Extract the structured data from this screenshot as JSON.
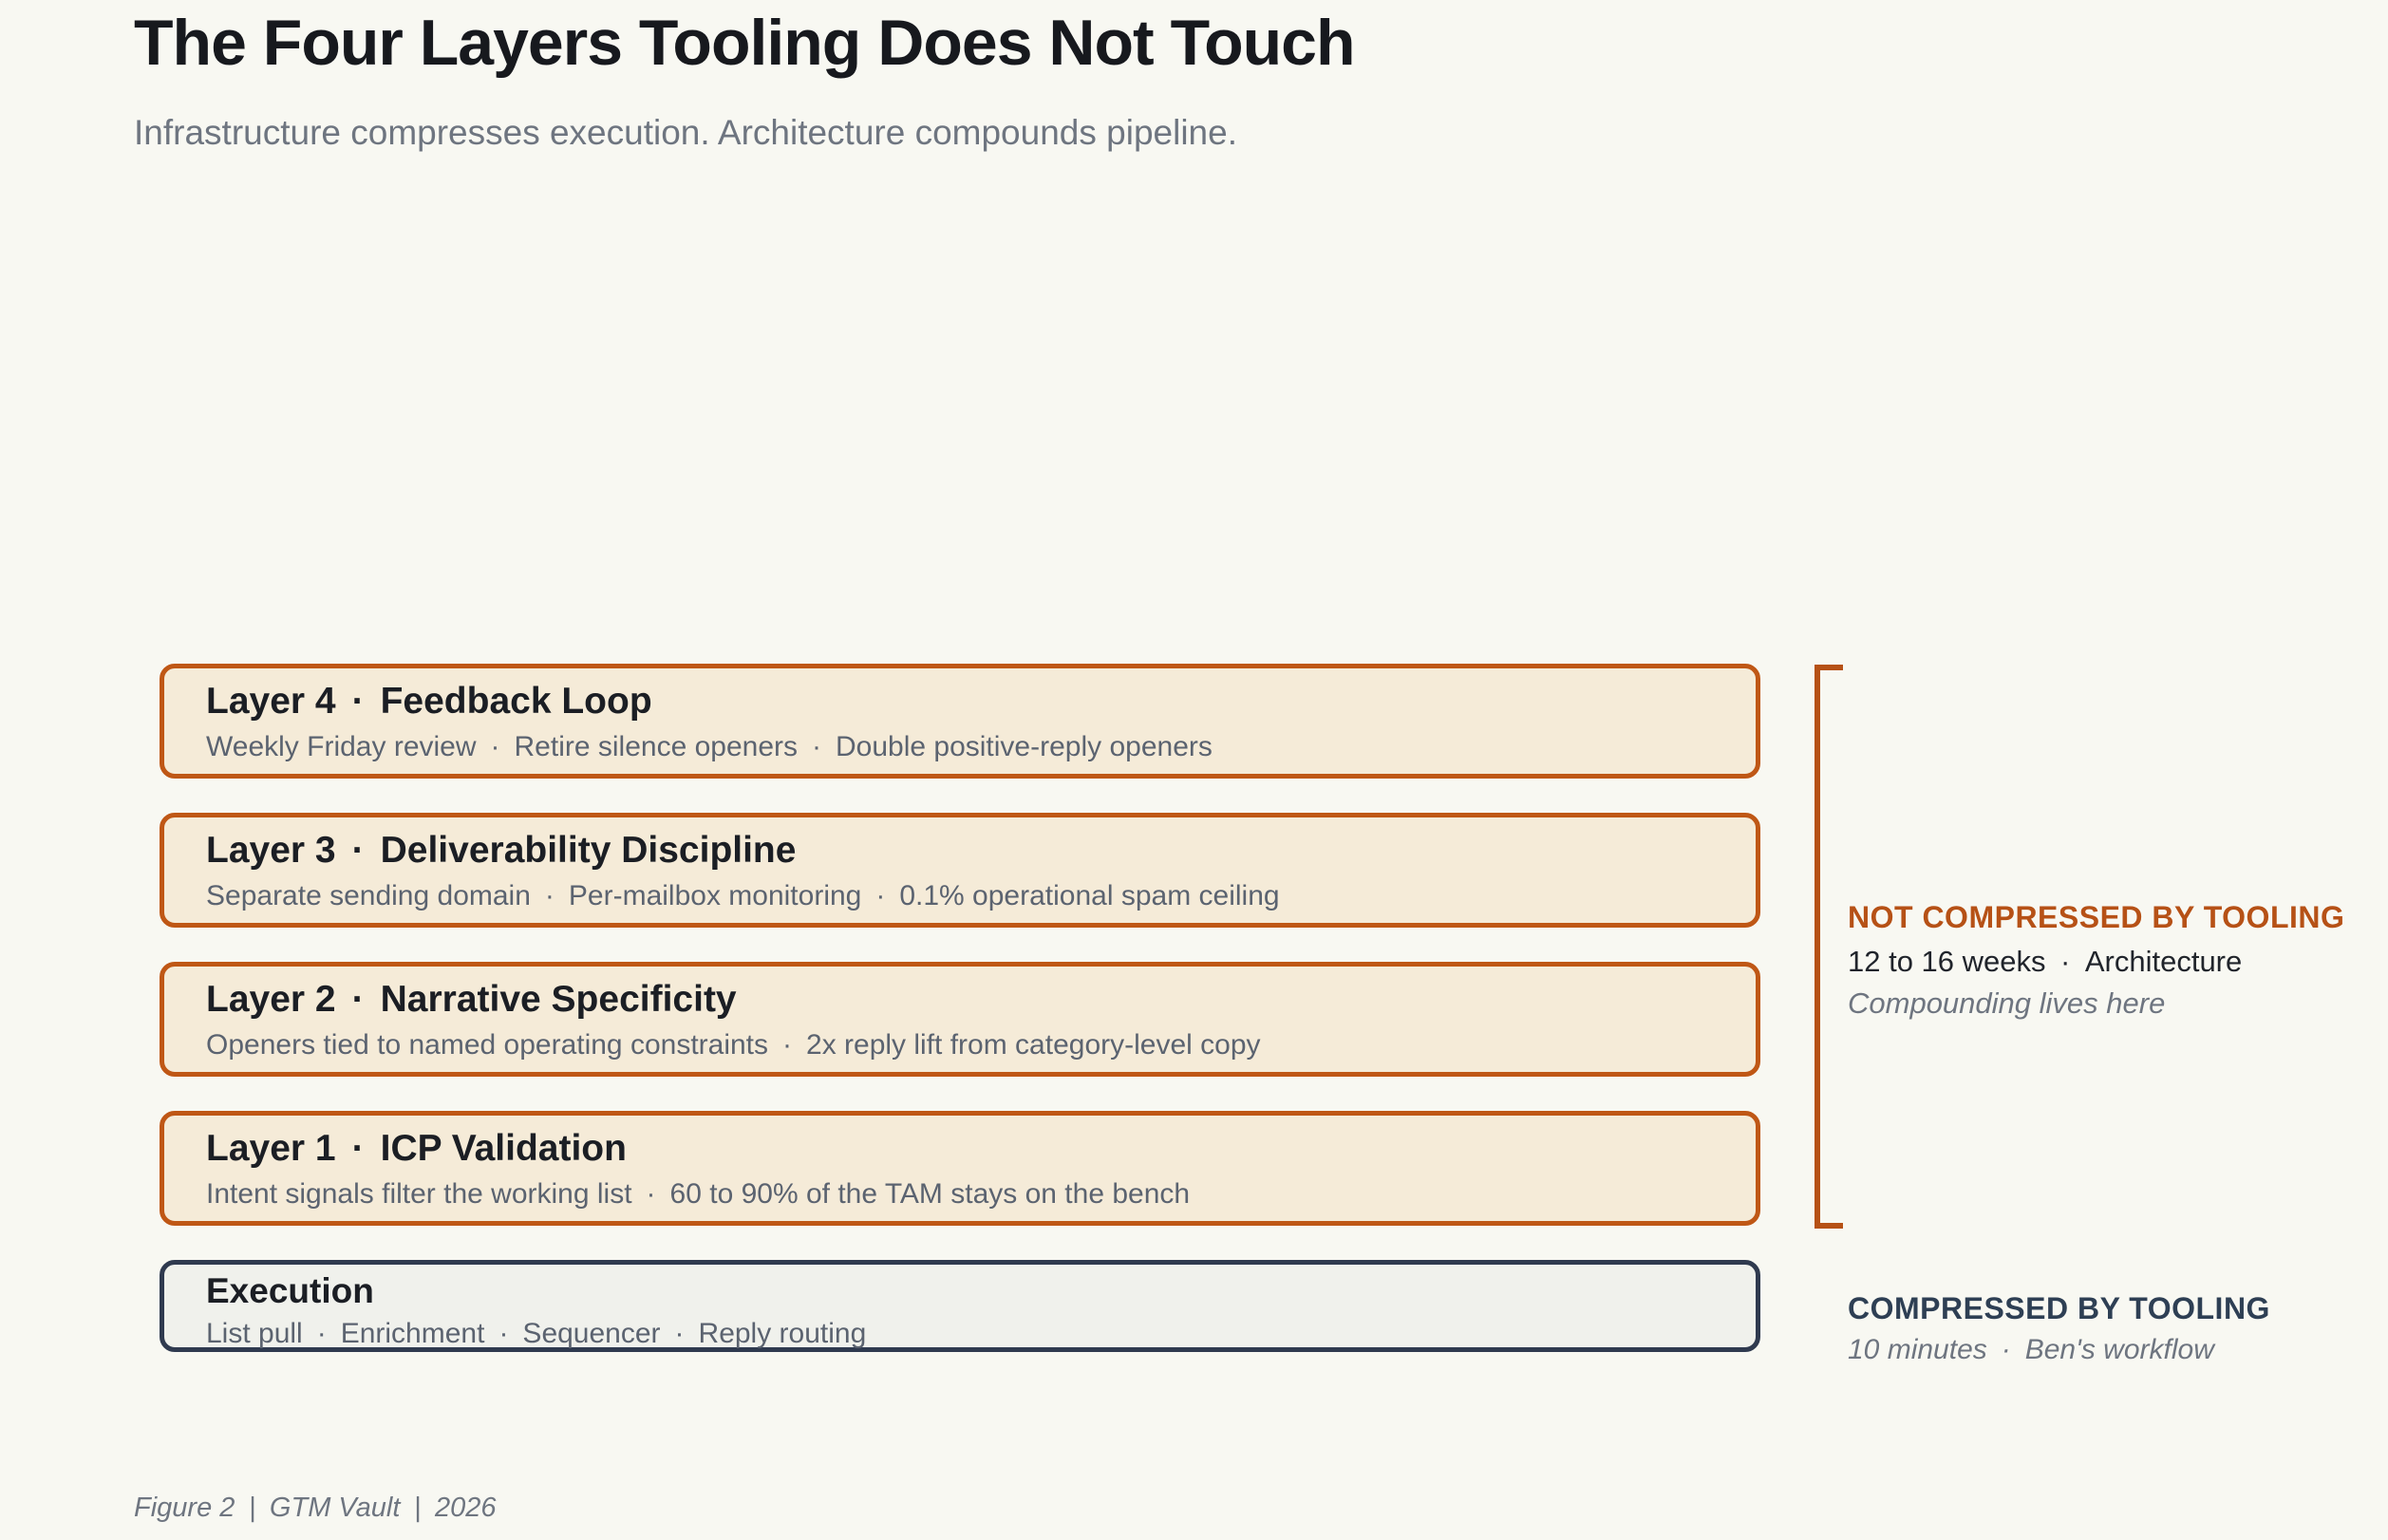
{
  "page": {
    "title": "The Four Layers Tooling Does Not Touch",
    "subtitle": "Infrastructure compresses execution. Architecture compounds pipeline.",
    "footer": "Figure 2 | GTM Vault | 2026"
  },
  "layers": [
    {
      "prefix": "Layer 4",
      "separator": "·",
      "title": "Feedback Loop",
      "subtitle": "Weekly Friday review · Retire silence openers · Double positive-reply openers"
    },
    {
      "prefix": "Layer 3",
      "separator": "·",
      "title": "Deliverability Discipline",
      "subtitle": "Separate sending domain · Per-mailbox monitoring · 0.1% operational spam ceiling"
    },
    {
      "prefix": "Layer 2",
      "separator": "·",
      "title": "Narrative Specificity",
      "subtitle": "Openers tied to named operating constraints · 2x reply lift from category-level copy"
    },
    {
      "prefix": "Layer 1",
      "separator": "·",
      "title": "ICP Validation",
      "subtitle": "Intent signals filter the working list · 60 to 90% of the TAM stays on the bench"
    }
  ],
  "execution": {
    "title": "Execution",
    "subtitle": "List pull · Enrichment · Sequencer · Reply routing"
  },
  "annotations": {
    "not_compressed": {
      "heading": "NOT COMPRESSED BY TOOLING",
      "detail": "12 to 16 weeks · Architecture",
      "note": "Compounding lives here"
    },
    "compressed": {
      "heading": "COMPRESSED BY TOOLING",
      "detail": "10 minutes · Ben's workflow"
    }
  },
  "colors": {
    "background": "#f8f8f2",
    "layer_fill": "#f5ebd8",
    "layer_border": "#bf5715",
    "exec_fill": "#f0f1ec",
    "exec_border": "#2f3a4f",
    "accent_orange": "#b65116",
    "accent_navy": "#2e3f54"
  }
}
